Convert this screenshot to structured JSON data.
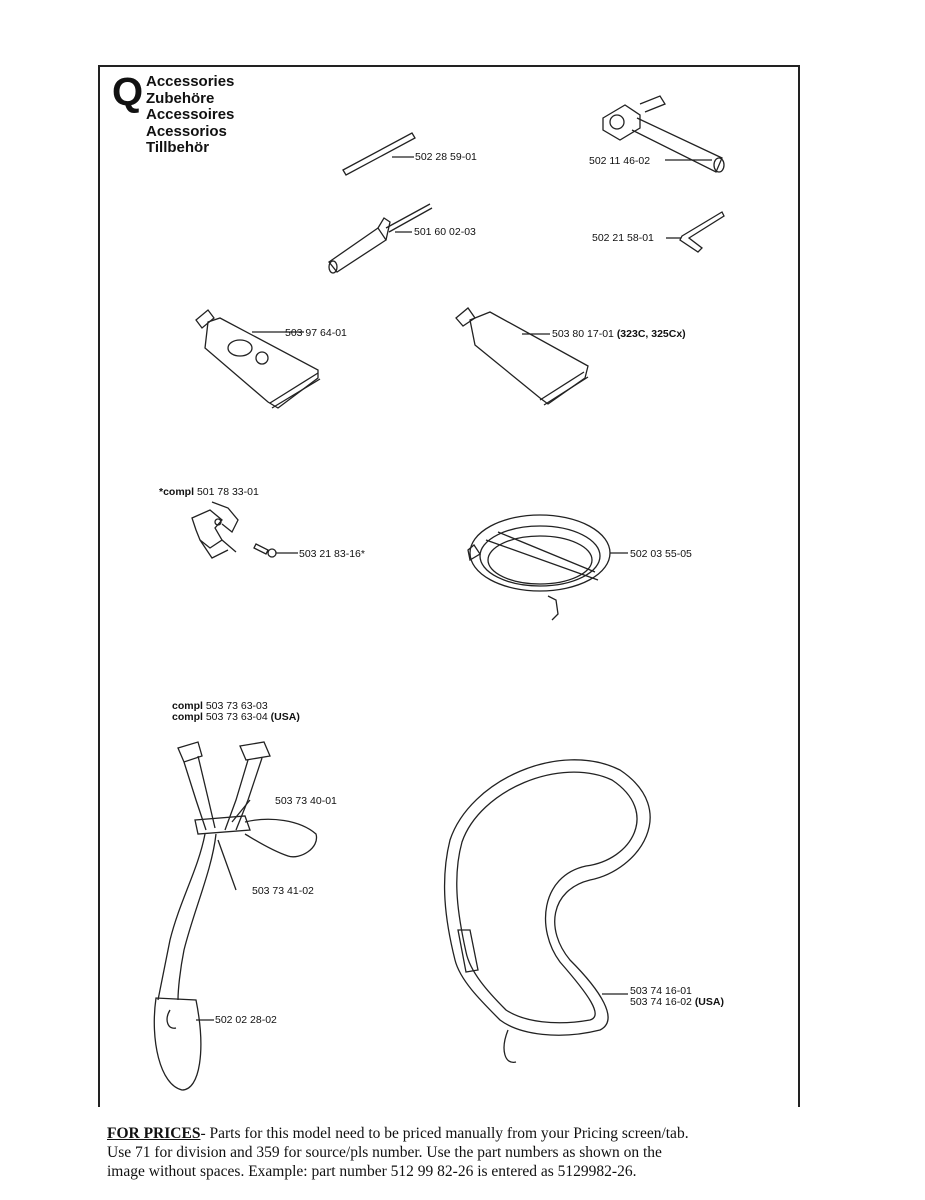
{
  "section": {
    "letter": "Q",
    "titles": [
      "Accessories",
      "Zubehöre",
      "Accessoires",
      "Acessorios",
      "Tillbehör"
    ]
  },
  "parts": {
    "p1": "502 28 59-01",
    "p2": "502 11 46-02",
    "p3": "501 60 02-03",
    "p4": "502 21 58-01",
    "p5": "503 97 64-01",
    "p6_num": "503 80 17-01",
    "p6_note": "(323C, 325Cx)",
    "p7_prefix": "*compl",
    "p7_num": "501 78 33-01",
    "p8": "503 21 83-16*",
    "p9": "502 03 55-05",
    "p10_prefix": "compl",
    "p10_num": "503 73 63-03",
    "p11_prefix": "compl",
    "p11_num": "503 73 63-04",
    "p11_note": "(USA)",
    "p12": "503 73 40-01",
    "p13": "503 73 41-02",
    "p14": "502 02 28-02",
    "p15": "503 74 16-01",
    "p16_num": "503 74 16-02",
    "p16_note": "(USA)"
  },
  "footer": {
    "lead": "FOR PRICES",
    "line1": "- Parts for this model need to be priced manually from your Pricing screen/tab.",
    "line2": "Use 71 for division and 359 for source/pls number.  Use the part numbers as shown on the",
    "line3": "image without spaces.  Example: part number 512 99 82-26 is entered as 5129982-26."
  }
}
